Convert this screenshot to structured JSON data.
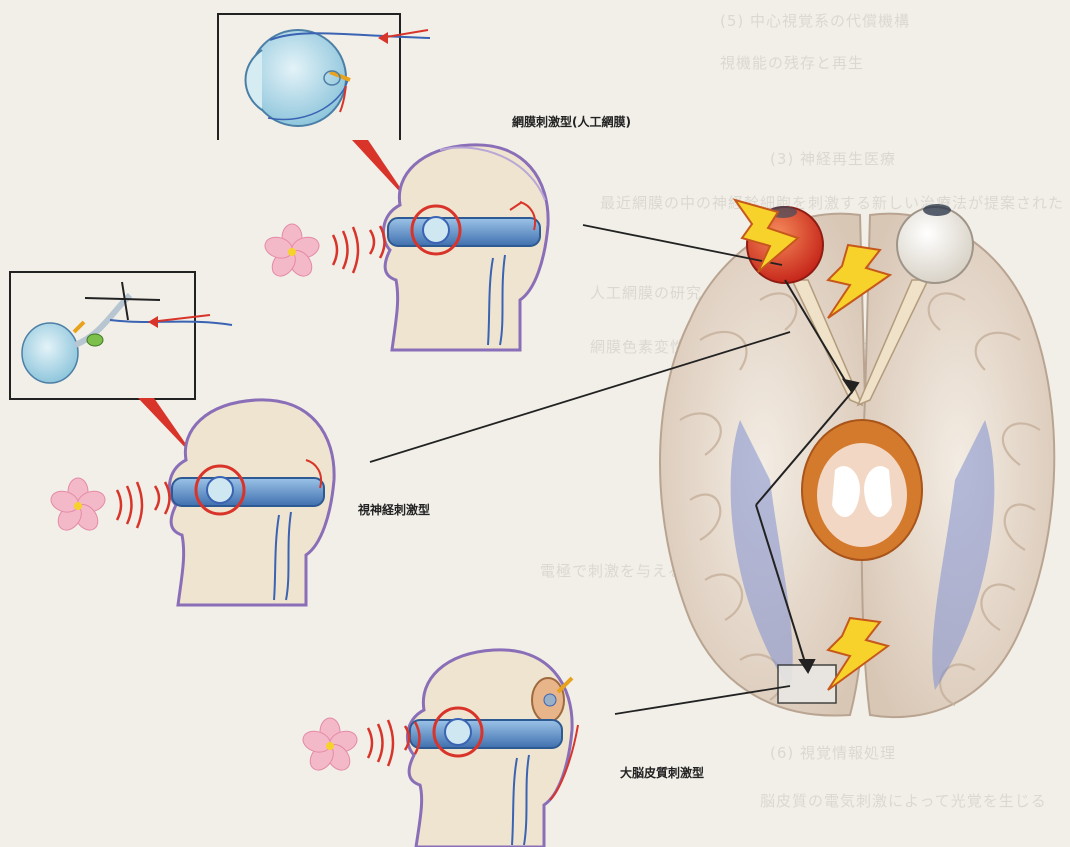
{
  "labels": {
    "retina": "網膜刺激型(人工網膜)",
    "optic_nerve": "視神経刺激型",
    "cortex": "大脳皮質刺激型"
  },
  "background_text": [
    "(5) 中心視覚系の代償機構",
    "視機能の残存と再生",
    "(3) 神経再生医療",
    "最近網膜の中の神経幹細胞を刺激する新しい治療法が提案された",
    "人工網膜の研究",
    "網膜色素変性症などで失われた視細胞の機能を代行する",
    "電極で刺激を与える",
    "(6) 視覚情報処理",
    "脳皮質の電気刺激によって光覚を生じる"
  ],
  "colors": {
    "paper": "#f1efe8",
    "skin": "#efe4cf",
    "outline": "#8a6fb8",
    "headband": "#5d8fc9",
    "eyeball": "#bfe1ee",
    "red_accent": "#d8342a",
    "blossom": "#f4b9c9",
    "brain": "#e9dfd5",
    "lightning": "#f6d22a"
  },
  "icons": [
    "lightning-bolt-icon",
    "cherry-blossom-icon",
    "eyeball-icon"
  ]
}
